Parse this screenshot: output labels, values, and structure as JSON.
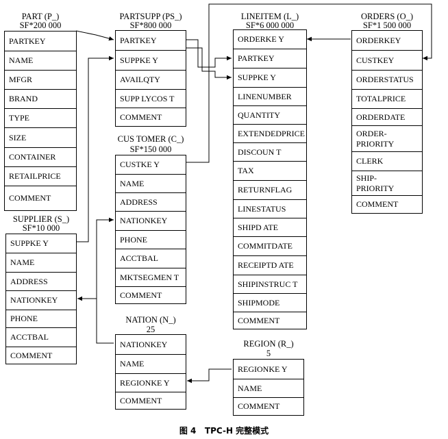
{
  "tables": {
    "part": {
      "name": "PART (P_)",
      "size": "SF*200 000",
      "columns": [
        "PARTKEY",
        "NAME",
        "MFGR",
        "BRAND",
        "TYPE",
        "SIZE",
        "CONTAINER",
        "RETAILPRICE",
        "COMMENT"
      ]
    },
    "partsupp": {
      "name": "PARTSUPP (PS_)",
      "size": "SF*800 000",
      "columns": [
        "PARTKEY",
        "SUPPKE Y",
        "AVAILQTY",
        "SUPP LYCOS T",
        "COMMENT"
      ]
    },
    "lineitem": {
      "name": "LINEITEM (L_)",
      "size": "SF*6 000 000",
      "columns": [
        "ORDERKE Y",
        "PARTKEY",
        "SUPPKE Y",
        "LINENUMBER",
        "QUANTITY",
        "EXTENDEDPRICE",
        "DISCOUN T",
        "TAX",
        "RETURNFLAG",
        "LINESTATUS",
        "SHIPD ATE",
        "COMMITDATE",
        "RECEIPTD ATE",
        "SHIPINSTRUC T",
        "SHIPMODE",
        "COMMENT"
      ]
    },
    "orders": {
      "name": "ORDERS (O_)",
      "size": "SF*1 500 000",
      "columns": [
        "ORDERKEY",
        "CUSTKEY",
        "ORDERSTATUS",
        "TOTALPRICE",
        "ORDERDATE",
        "ORDER-\nPRIORITY",
        "CLERK",
        "SHIP-\nPRIORITY",
        "COMMENT"
      ]
    },
    "customer": {
      "name": "CUS TOMER (C_)",
      "size": "SF*150 000",
      "columns": [
        "CUSTKE Y",
        "NAME",
        "ADDRESS",
        "NATIONKEY",
        "PHONE",
        "ACCTBAL",
        "MKTSEGMEN T",
        "COMMENT"
      ]
    },
    "supplier": {
      "name": "SUPPLIER (S_)",
      "size": "SF*10 000",
      "columns": [
        "SUPPKE Y",
        "NAME",
        "ADDRESS",
        "NATIONKEY",
        "PHONE",
        "ACCTBAL",
        "COMMENT"
      ]
    },
    "nation": {
      "name": "NATION (N_)",
      "size": "25",
      "columns": [
        "NATIONKEY",
        "NAME",
        "REGIONKE Y",
        "COMMENT"
      ]
    },
    "region": {
      "name": "REGION (R_)",
      "size": "5",
      "columns": [
        "REGIONKE Y",
        "NAME",
        "COMMENT"
      ]
    }
  },
  "caption": {
    "label": "图 4",
    "text": "TPC-H 完整模式"
  },
  "colors": {
    "line": "#000000",
    "background": "#ffffff"
  }
}
